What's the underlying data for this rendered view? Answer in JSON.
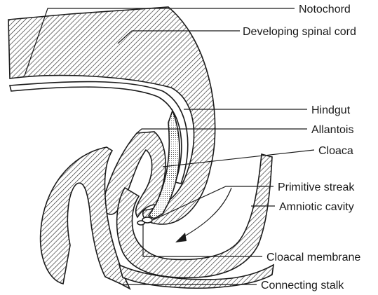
{
  "labels": {
    "notochord": "Notochord",
    "developing_spinal_cord": "Developing spinal cord",
    "hindgut": "Hindgut",
    "allantois": "Allantois",
    "cloaca": "Cloaca",
    "primitive_streak": "Primitive streak",
    "amniotic_cavity": "Amniotic cavity",
    "cloacal_membrane": "Cloacal membrane",
    "connecting_stalk": "Connecting stalk"
  },
  "colors": {
    "line": "#1a1a1a",
    "background": "#ffffff",
    "hatch": "#2a2a2a"
  }
}
